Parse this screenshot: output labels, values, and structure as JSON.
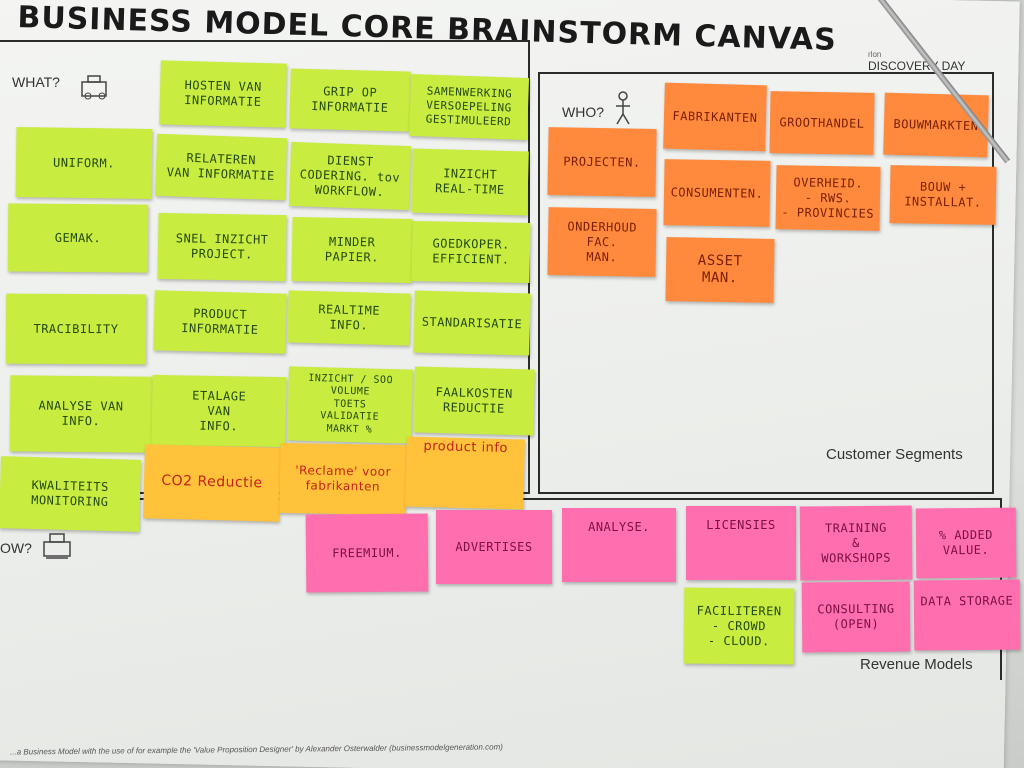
{
  "title": "BUSINESS MODEL CORE BRAINSTORM CANVAS",
  "brand": {
    "line1": "DISCOVERY",
    "line2": "DAY"
  },
  "sections": {
    "what": "WHAT?",
    "who": "WHO?",
    "how": "OW?",
    "customer_segments": "Customer Segments",
    "revenue_models": "Revenue Models"
  },
  "footer": "...a Business Model with the use of for example the 'Value Proposition Designer' by Alexander Osterwalder (businessmodelgeneration.com)",
  "icons": [
    "machine-icon",
    "person-icon",
    "register-icon"
  ],
  "colors": {
    "green": "#c8ec3f",
    "orange": "#ff8a3d",
    "pink": "#ff6fb0",
    "yellow": "#ffc23a"
  },
  "what_notes": [
    "UNIFORM.",
    "GEMAK.",
    "TRACIBILITY",
    "ANALYSE VAN\nINFO.",
    "KWALITEITS\nMONITORING",
    "HOSTEN VAN\nINFORMATIE",
    "RELATEREN\nVAN INFORMATIE",
    "SNEL INZICHT\nPROJECT.",
    "PRODUCT\nINFORMATIE",
    "ETALAGE\nVAN\nINFO.",
    "GRIP OP\nINFORMATIE",
    "DIENST\nCODERING. tov\nWORKFLOW.",
    "MINDER\nPAPIER.",
    "REALTIME\nINFO.",
    "INZICHT / SOO VOLUME\nTOETS\nVALIDATIE\nMARKT %",
    "SAMENWERKING\nVERSOEPELING\nGESTIMULEERD",
    "INZICHT\nREAL-TIME",
    "GOEDKOPER.\nEFFICIENT.",
    "STANDARISATIE",
    "FAALKOSTEN\nREDUCTIE"
  ],
  "yellow_notes": [
    "CO2 Reductie",
    "'Reclame' voor\nfabrikanten",
    "product info"
  ],
  "who_notes": [
    "PROJECTEN.",
    "ONDERHOUD\nFAC.\nMAN.",
    "FABRIKANTEN",
    "CONSUMENTEN.",
    "ASSET\nMAN.",
    "GROOTHANDEL",
    "OVERHEID.\n- RWS.\n- PROVINCIES",
    "BOUWMARKTEN",
    "BOUW +\nINSTALLAT."
  ],
  "revenue_notes": [
    "FREEMIUM.",
    "ADVERTISES",
    "ANALYSE.",
    "LICENSIES",
    "TRAINING\n&\nWORKSHOPS",
    "% ADDED\nVALUE.",
    "FACILITEREN\n- CROWD\n- CLOUD.",
    "CONSULTING\n(OPEN)",
    "DATA STORAGE"
  ]
}
